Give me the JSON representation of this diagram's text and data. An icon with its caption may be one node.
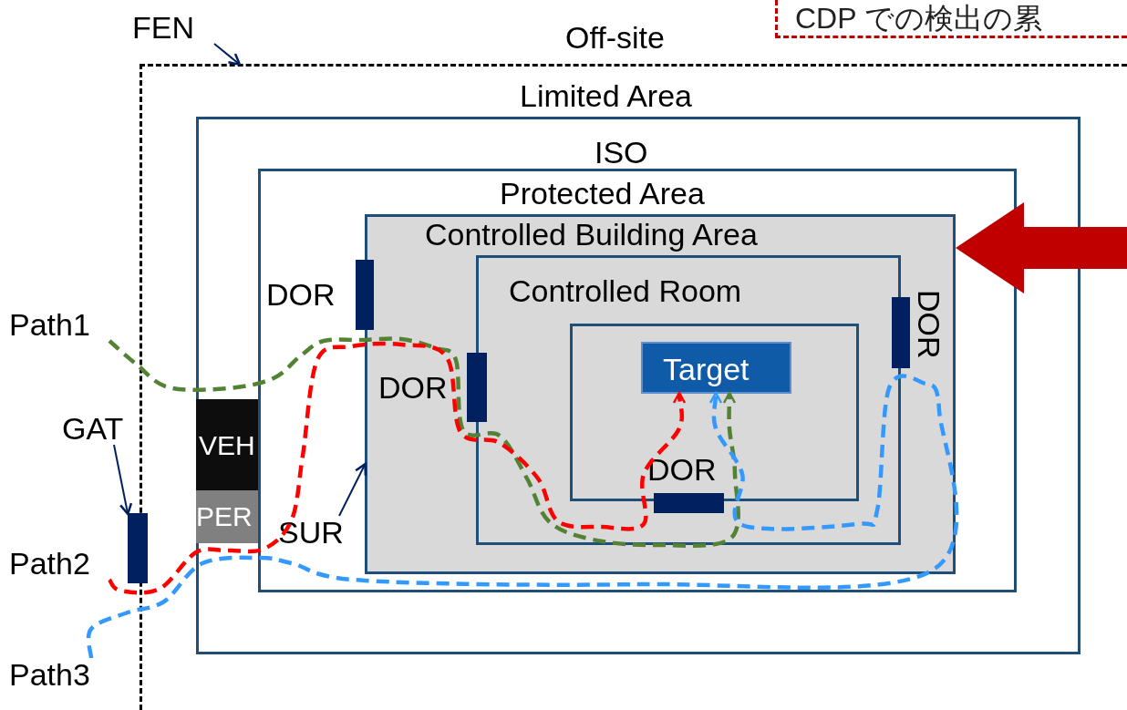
{
  "diagram": {
    "nodes": [
      {
        "text": [
          "Off-site"
        ]
      },
      {
        "text": [
          "Limited Area"
        ],
        "in": 0
      },
      {
        "text": [
          "Protected Area"
        ],
        "in": 1
      },
      {
        "text": [
          "Controlled Building Area"
        ],
        "in": 2
      },
      {
        "text": [
          "Controlled Room"
        ],
        "in": 3
      },
      {
        "text": [],
        "shape": "box",
        "in": 4
      },
      {
        "text": [
          "Target"
        ],
        "in": 5
      },
      {
        "text": [],
        "shape": "bar",
        "beside": [
          "DOR"
        ],
        "in": 2
      },
      {
        "text": [],
        "shape": "bar",
        "beside": [
          "DOR"
        ],
        "in": 3
      },
      {
        "text": [],
        "shape": "bar",
        "beside": [
          "DOR"
        ],
        "in": 5
      },
      {
        "text": [],
        "shape": "bar",
        "beside": [
          "DOR"
        ],
        "in": 4
      },
      {
        "text": [],
        "shape": "bar"
      },
      {
        "text": [
          "VEH"
        ],
        "in": 1
      },
      {
        "text": [
          "PER"
        ],
        "in": 1
      },
      {
        "text": [
          "FEN"
        ]
      },
      {
        "text": [
          "GAT"
        ]
      },
      {
        "text": [
          "SUR"
        ],
        "in": 2
      },
      {
        "text": [
          "Path1"
        ]
      },
      {
        "text": [
          "Path2"
        ]
      },
      {
        "text": [
          "Path3"
        ]
      },
      {
        "text": [
          "CDP での検出の累"
        ]
      }
    ],
    "edges": [
      {
        "from": 14,
        "to": 0,
        "arrow": "to"
      },
      {
        "from": 15,
        "to": 11,
        "arrow": "to"
      },
      {
        "from": 16,
        "to": 3,
        "arrow": "to"
      },
      {
        "from": 17,
        "to": 6,
        "arrow": "to",
        "style": "dashed",
        "color": "#548235"
      },
      {
        "from": 18,
        "to": 6,
        "arrow": "to",
        "style": "dashed",
        "color": "#ff0000"
      },
      {
        "from": 19,
        "to": 6,
        "arrow": "to",
        "style": "dashed",
        "color": "#3399ff"
      },
      {
        "from": null,
        "to": 3,
        "arrow": "to",
        "style": "thick",
        "color": "#c00000"
      }
    ],
    "labels": [
      "ISO"
    ]
  }
}
